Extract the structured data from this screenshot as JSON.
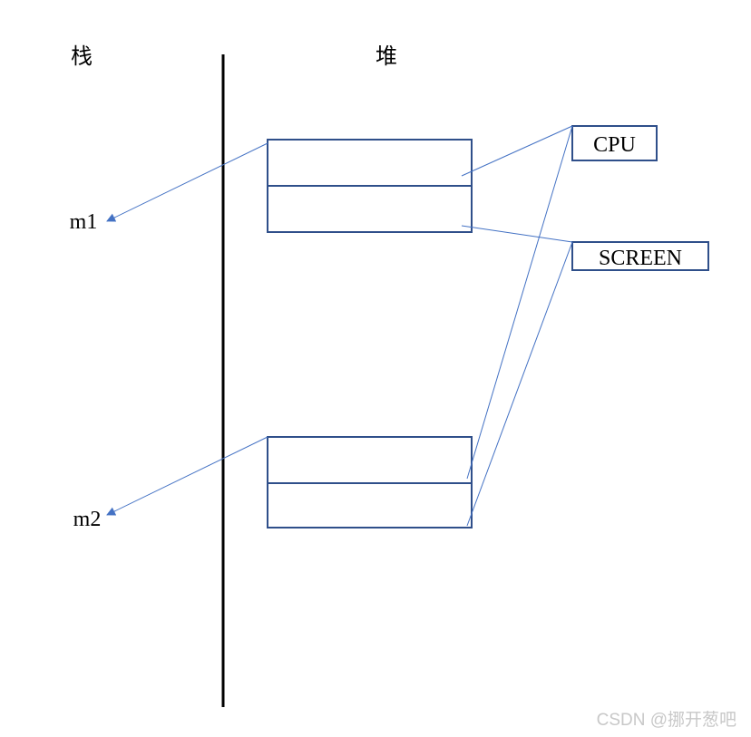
{
  "labels": {
    "stack": "栈",
    "heap": "堆",
    "m1": "m1",
    "m2": "m2",
    "cpu": "CPU",
    "screen": "SCREEN"
  },
  "watermark": "CSDN @挪开葱吧",
  "colors": {
    "box_stroke": "#2f4f8a",
    "line": "#4472c4",
    "divider": "#000000",
    "text": "#000000",
    "watermark": "#c8c8c8"
  }
}
